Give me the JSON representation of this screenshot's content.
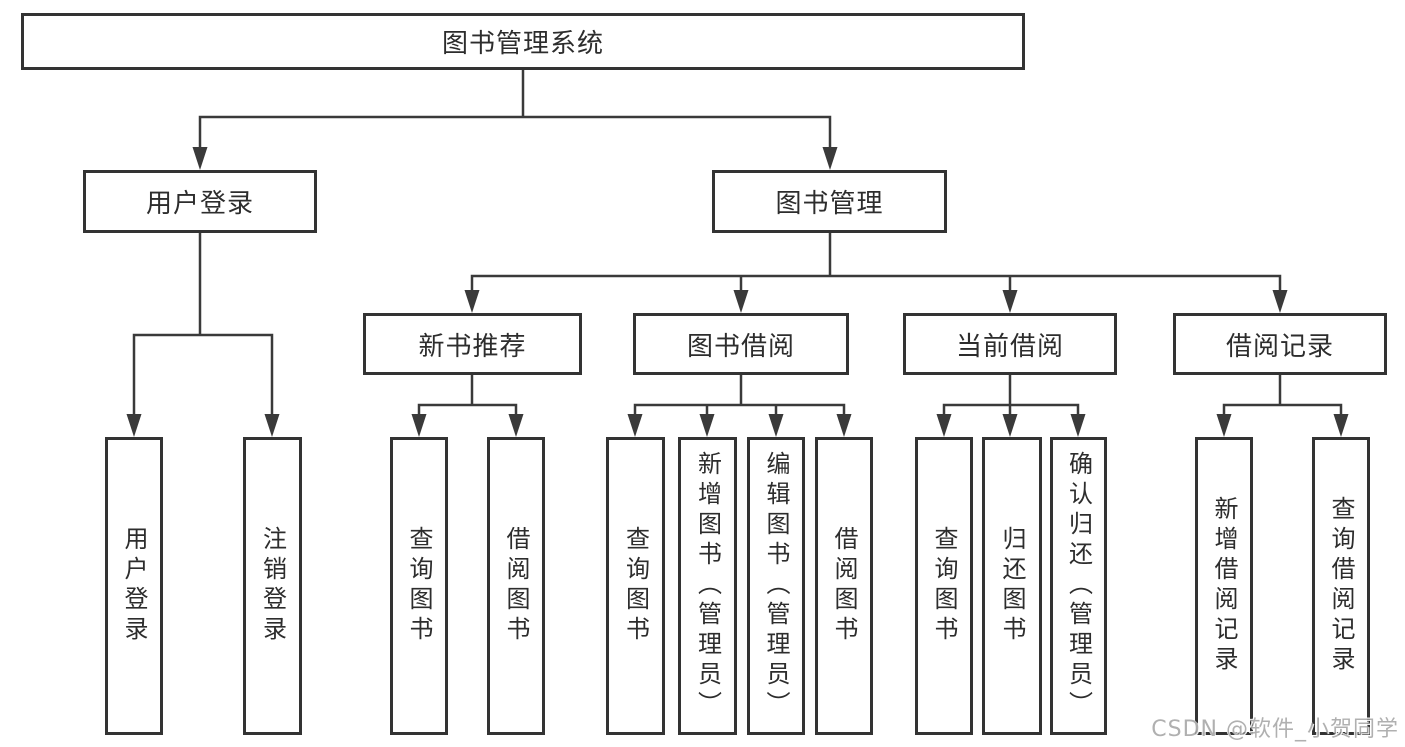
{
  "diagram": {
    "type": "tree",
    "tree": {
      "label": "图书管理系统",
      "children": [
        {
          "label": "用户登录",
          "children": [
            {
              "label": "用户登录"
            },
            {
              "label": "注销登录"
            }
          ]
        },
        {
          "label": "图书管理",
          "children": [
            {
              "label": "新书推荐",
              "children": [
                {
                  "label": "查询图书"
                },
                {
                  "label": "借阅图书"
                }
              ]
            },
            {
              "label": "图书借阅",
              "children": [
                {
                  "label": "查询图书"
                },
                {
                  "label": "新增图书（管理员）"
                },
                {
                  "label": "编辑图书（管理员）"
                },
                {
                  "label": "借阅图书"
                }
              ]
            },
            {
              "label": "当前借阅",
              "children": [
                {
                  "label": "查询图书"
                },
                {
                  "label": "归还图书"
                },
                {
                  "label": "确认归还（管理员）"
                }
              ]
            },
            {
              "label": "借阅记录",
              "children": [
                {
                  "label": "新增借阅记录"
                },
                {
                  "label": "查询借阅记录"
                }
              ]
            }
          ]
        }
      ]
    },
    "colors": {
      "line": "#3a3a3a",
      "box_border": "#333333",
      "text": "#2d2d2d",
      "background": "#ffffff",
      "watermark": "#bdbdbd"
    }
  },
  "watermark": "CSDN @软件_小贺同学"
}
